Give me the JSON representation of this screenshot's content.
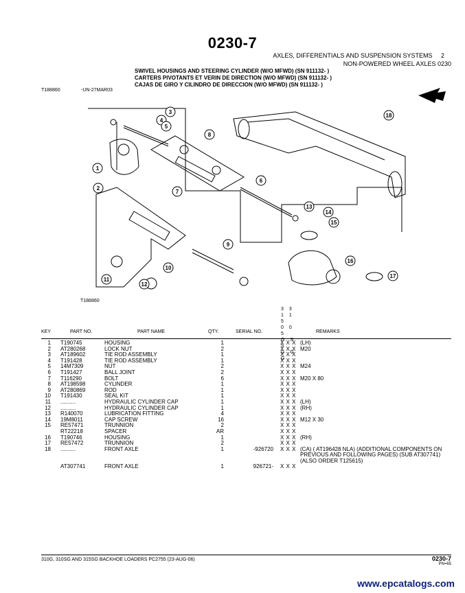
{
  "page": {
    "number": "0230-7",
    "section_title": "AXLES, DIFFERENTIALS AND SUSPENSION SYSTEMS",
    "section_number": "2",
    "subtitle": "NON-POWERED WHEEL AXLES 0230",
    "titles": [
      "SWIVEL HOUSINGS AND STEERING CYLINDER (W/O MFWD) (SN 911132-     )",
      "CARTERS PIVOTANTS ET VERIN DE DIRECTION (W/O MFWD) (SN 911132-     )",
      "CAJAS DE GIRO Y CILINDRO DE DIRECCION (W/O MFWD) (SN 911132-     )"
    ],
    "figure_id": "T188860",
    "figure_date": "-UN-27MAR03",
    "figure_caption": "T188860"
  },
  "diagram": {
    "callouts": [
      "1",
      "2",
      "3",
      "4",
      "5",
      "6",
      "7",
      "8",
      "9",
      "10",
      "11",
      "12",
      "13",
      "14",
      "15",
      "16",
      "17",
      "18"
    ]
  },
  "table": {
    "serial_cols": [
      "3 3",
      "1 1 5",
      "0 0 5",
      "G S S",
      "G G G"
    ],
    "headers": {
      "key": "KEY",
      "part_no": "PART NO.",
      "part_name": "PART NAME",
      "qty": "QTY.",
      "serial_no": "SERIAL NO.",
      "remarks": "REMARKS"
    },
    "rows": [
      {
        "key": "1",
        "part": "T190745",
        "name": "HOUSING",
        "qty": "1",
        "serial": "",
        "x": "X X X",
        "remarks": "(LH)"
      },
      {
        "key": "2",
        "part": "AT280268",
        "name": "LOCK NUT",
        "qty": "2",
        "serial": "",
        "x": "X X X",
        "remarks": "M20"
      },
      {
        "key": "3",
        "part": "AT189602",
        "name": "TIE ROD ASSEMBLY",
        "qty": "1",
        "serial": "",
        "x": "X X X",
        "remarks": ""
      },
      {
        "key": "4",
        "part": "T191428",
        "name": "TIE ROD ASSEMBLY",
        "qty": "1",
        "serial": "",
        "x": "X X X",
        "remarks": ""
      },
      {
        "key": "5",
        "part": "14M7309",
        "name": "NUT",
        "qty": "2",
        "serial": "",
        "x": "X X X",
        "remarks": "M24"
      },
      {
        "key": "6",
        "part": "T191427",
        "name": "BALL JOINT",
        "qty": "2",
        "serial": "",
        "x": "X X X",
        "remarks": ""
      },
      {
        "key": "7",
        "part": "T116290",
        "name": "BOLT",
        "qty": "6",
        "serial": "",
        "x": "X X X",
        "remarks": "M20 X 80"
      },
      {
        "key": "8",
        "part": "AT198598",
        "name": "CYLINDER",
        "qty": "1",
        "serial": "",
        "x": "X X X",
        "remarks": ""
      },
      {
        "key": "9",
        "part": "AT280869",
        "name": "ROD",
        "qty": "1",
        "serial": "",
        "x": "X X X",
        "remarks": ""
      },
      {
        "key": "10",
        "part": "T191430",
        "name": "SEAL KIT",
        "qty": "1",
        "serial": "",
        "x": "X X X",
        "remarks": ""
      },
      {
        "key": "11",
        "part": "..........",
        "name": "HYDRAULIC CYLINDER CAP",
        "qty": "1",
        "serial": "",
        "x": "X X X",
        "remarks": "(LH)"
      },
      {
        "key": "12",
        "part": "..........",
        "name": "HYDRAULIC CYLINDER CAP",
        "qty": "1",
        "serial": "",
        "x": "X X X",
        "remarks": "(RH)"
      },
      {
        "key": "13",
        "part": "R140070",
        "name": "LUBRICATION FITTING",
        "qty": "4",
        "serial": "",
        "x": "X X X",
        "remarks": ""
      },
      {
        "key": "14",
        "part": "19M8011",
        "name": "CAP SCREW",
        "qty": "16",
        "serial": "",
        "x": "X X X",
        "remarks": "M12 X 30"
      },
      {
        "key": "15",
        "part": "RE57471",
        "name": "TRUNNION",
        "qty": "2",
        "serial": "",
        "x": "X X X",
        "remarks": ""
      },
      {
        "key": "",
        "part": "RT22218",
        "name": "SPACER",
        "qty": "AR",
        "serial": "",
        "x": "X X X",
        "remarks": ""
      },
      {
        "key": "16",
        "part": "T190746",
        "name": "HOUSING",
        "qty": "1",
        "serial": "",
        "x": "X X X",
        "remarks": "(RH)"
      },
      {
        "key": "17",
        "part": "RE57472",
        "name": "TRUNNION",
        "qty": "2",
        "serial": "",
        "x": "X X X",
        "remarks": ""
      },
      {
        "key": "18",
        "part": "..........",
        "name": "FRONT AXLE",
        "qty": "1",
        "serial": "-926720",
        "x": "X X X",
        "remarks": "(CA) ( AT196428 NLA) (ADDITIONAL COMPONENTS ON PREVIOUS AND FOLLOWING PAGES) (SUB AT307741) (ALSO ORDER T125615)"
      },
      {
        "key": "",
        "part": "AT307741",
        "name": "FRONT AXLE",
        "qty": "1",
        "serial": "926721-",
        "x": "X X X",
        "remarks": ""
      }
    ]
  },
  "footer": {
    "left": "310G, 310SG AND 315SG BACKHOE LOADERS     PC2755     (23-AUG-06)",
    "page": "0230-7",
    "pn": "PN=65",
    "watermark": "www.epcatalogs.com"
  }
}
